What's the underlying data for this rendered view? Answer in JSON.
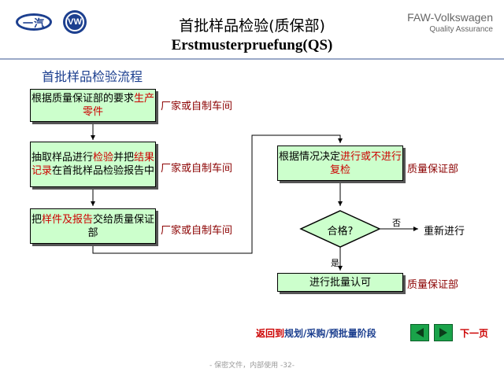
{
  "header": {
    "title_cn": "首批样品检验(质保部)",
    "title_de": "Erstmusterpruefung(QS)",
    "brand_line1": "FAW-Volkswagen",
    "brand_line2": "Quality Assurance",
    "logo_faw_text": "一汽",
    "logo_vw_text": "VW"
  },
  "section_title": "首批样品检验流程",
  "flow": {
    "step1": {
      "text_a": "根据质量保证部的要求",
      "text_b": "生产零件",
      "owner": "厂家或自制车间"
    },
    "step2": {
      "text_a": "抽取样品进行",
      "text_b": "检验",
      "text_c": "并把",
      "text_d": "结果记录",
      "text_e": "在首批样品检验报告中",
      "owner": "厂家或自制车间"
    },
    "step3": {
      "text_a": "把",
      "text_b": "样件及报告",
      "text_c": "交给质量保证部",
      "owner": "厂家或自制车间"
    },
    "step4": {
      "text_a": "根据情况决定",
      "text_b": "进行或不进行复检",
      "owner": "质量保证部"
    },
    "decision": {
      "text": "合格?",
      "no_label": "否",
      "yes_label": "是",
      "no_target": "重新进行"
    },
    "step5": {
      "text": "进行批量认可",
      "owner": "质量保证部"
    }
  },
  "nav": {
    "back_prefix": "返回到",
    "back_target": "规划/采购/预批量阶段",
    "prev_icon": "left-arrow-icon",
    "next_icon": "right-arrow-icon",
    "next_label": "下一页"
  },
  "footer": "- 保密文件，内部使用 -32-"
}
